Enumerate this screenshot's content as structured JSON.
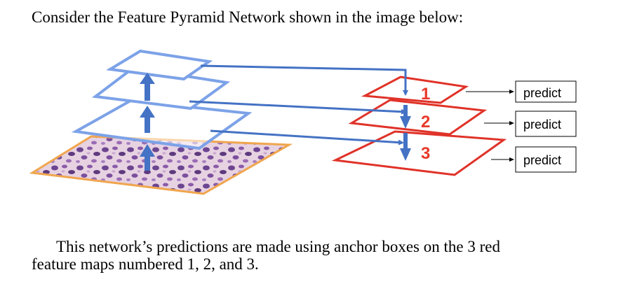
{
  "heading": "Consider the Feature Pyramid Network shown in the image below:",
  "diagram": {
    "feature_map_numbers": [
      "1",
      "2",
      "3"
    ],
    "predict_labels": [
      "predict",
      "predict",
      "predict"
    ],
    "colors": {
      "bottom_up": "#7ca2e8",
      "arrow": "#4472c4",
      "red_maps": "#e03228",
      "number_text": "#e8392b",
      "image_border": "#f0a64e"
    }
  },
  "caption": {
    "line1": "This network’s predictions are made using anchor boxes on the 3 red",
    "line2": "feature maps numbered 1, 2, and 3."
  }
}
